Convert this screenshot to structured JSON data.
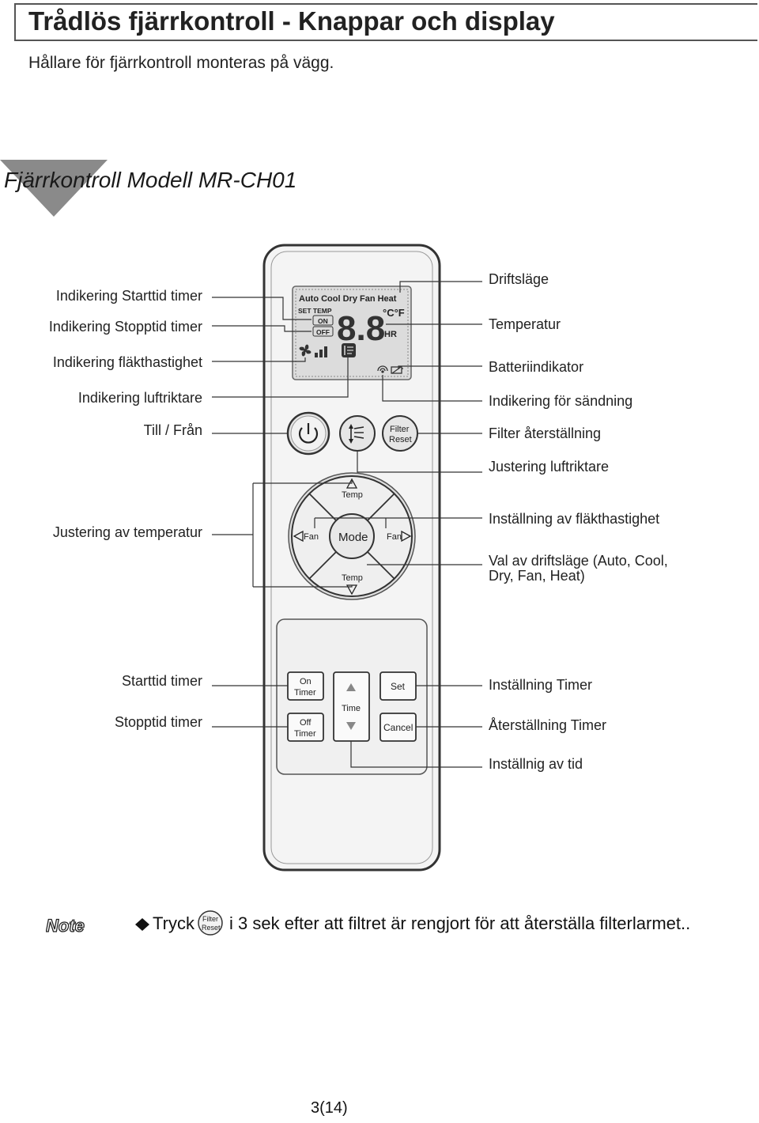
{
  "header": {
    "title": "Trådlös fjärrkontroll - Knappar och display",
    "subtitle": "Hållare för fjärrkontroll monteras på vägg."
  },
  "model_title": "Fjärrkontroll Modell MR-CH01",
  "left_labels": {
    "start_time_indicator": "Indikering Starttid  timer",
    "stop_time_indicator": "Indikering Stopptid  timer",
    "fan_speed_indicator": "Indikering fläkthastighet",
    "louver_indicator": "Indikering luftriktare",
    "on_off": "Till / Från",
    "temp_adjust": "Justering av temperatur",
    "start_timer": "Starttid timer",
    "stop_timer": "Stopptid timer"
  },
  "right_labels": {
    "mode": "Driftsläge",
    "temperature": "Temperatur",
    "battery": "Batteriindikator",
    "transmit": "Indikering för sändning",
    "filter_reset": "Filter återställning",
    "louver_adjust": "Justering luftriktare",
    "fan_speed_setting": "Inställning av fläkthastighet",
    "mode_select_line1": "Val av driftsläge (Auto, Cool,",
    "mode_select_line2": "Dry, Fan, Heat)",
    "timer_setting": "Inställning Timer",
    "timer_reset": "Återställning Timer",
    "time_setting": "Inställnig av tid"
  },
  "remote": {
    "display_modes": "Auto Cool Dry Fan Heat",
    "set_temp": "SET TEMP",
    "on": "ON",
    "off": "OFF",
    "digits": "8.8",
    "units": "°C°F",
    "hr": "HR",
    "filter_reset_btn_1": "Filter",
    "filter_reset_btn_2": "Reset",
    "temp_up": "Temp",
    "temp_down": "Temp",
    "fan_left": "Fan",
    "fan_right": "Fan",
    "mode": "Mode",
    "on_timer_1": "On",
    "on_timer_2": "Timer",
    "off_timer_1": "Off",
    "off_timer_2": "Timer",
    "time": "Time",
    "set": "Set",
    "cancel": "Cancel"
  },
  "note": {
    "badge": "Note",
    "text_before": "Tryck",
    "icon_line1": "Filter",
    "icon_line2": "Reset",
    "text_after": "i 3 sek efter att filtret är rengjort för att återställa filterlarmet.."
  },
  "page_number": "3(14)"
}
